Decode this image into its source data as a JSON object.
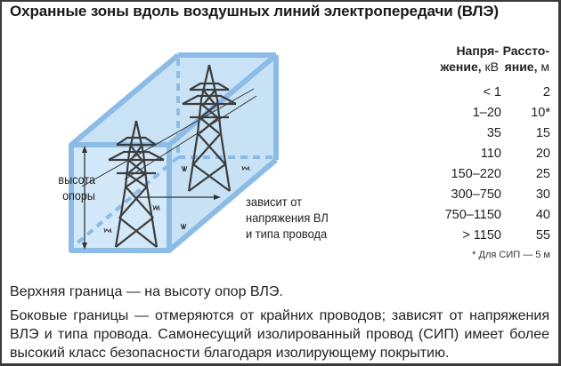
{
  "title": "Охранные зоны вдоль воздушных линий электропередачи (ВЛЭ)",
  "diagram": {
    "height_label_line1": "высота",
    "height_label_line2": "опоры",
    "dependency_label_line1": "зависит от",
    "dependency_label_line2": "напряжения ВЛ",
    "dependency_label_line3": "и типа провода",
    "colors": {
      "zone_fill": "#cfe6f7",
      "zone_edge": "#8cbce6",
      "tower": "#3d3d3d"
    }
  },
  "table": {
    "header_voltage_line1": "Напря-",
    "header_voltage_line2_bold": "жение,",
    "header_voltage_unit": " кВ",
    "header_distance_line1": "Рассто-",
    "header_distance_line2_bold": "яние,",
    "header_distance_unit": " м",
    "rows": [
      {
        "voltage": "< 1",
        "distance": "2"
      },
      {
        "voltage": "1–20",
        "distance": "10*"
      },
      {
        "voltage": "35",
        "distance": "15"
      },
      {
        "voltage": "110",
        "distance": "20"
      },
      {
        "voltage": "150–220",
        "distance": "25"
      },
      {
        "voltage": "300–750",
        "distance": "30"
      },
      {
        "voltage": "750–1150",
        "distance": "40"
      },
      {
        "voltage": "> 1150",
        "distance": "55"
      }
    ],
    "footnote": "* Для СИП — 5 м"
  },
  "text": {
    "upper_boundary": "Верхняя граница — на высоту опор ВЛЭ.",
    "side_boundaries": "Боковые границы — отмеряются от крайних проводов; зависят от напряжения ВЛЭ и типа провода. Самонесущий изолированный провод (СИП) имеет более высокий класс безопасности благодаря изолирующему покрытию."
  }
}
